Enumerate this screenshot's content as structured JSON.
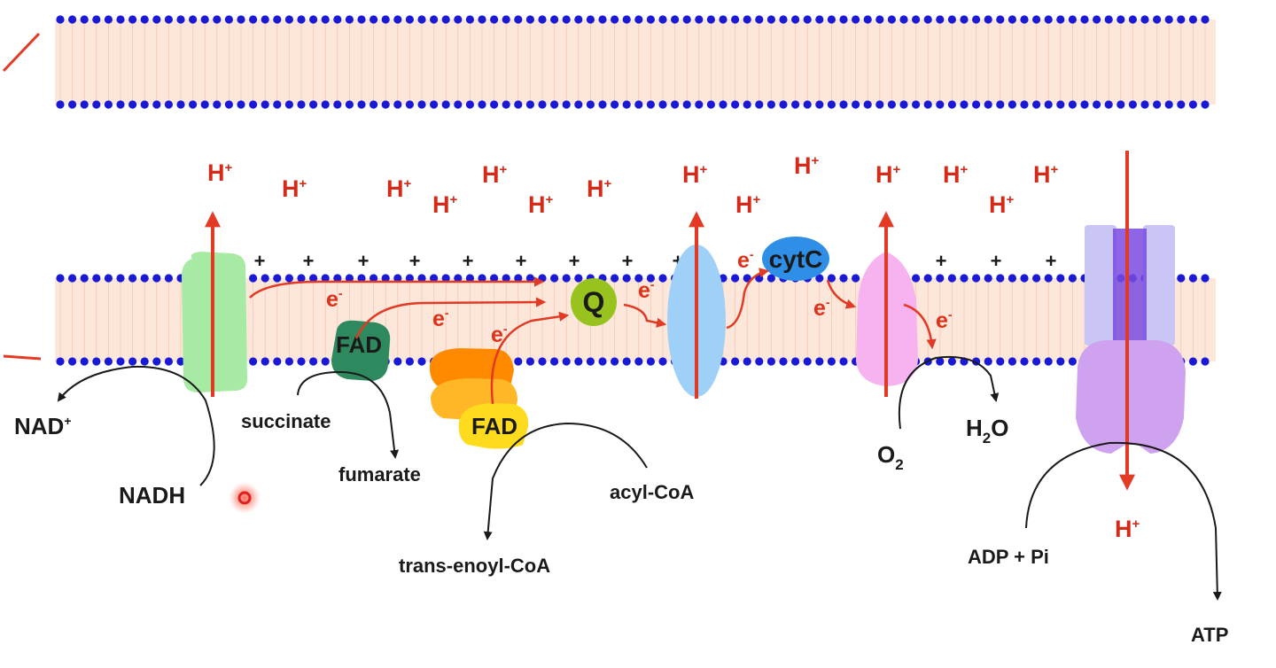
{
  "labels": {
    "proton": "H",
    "proton_charge": "+",
    "electron": "e",
    "electron_charge": "-",
    "membrane_charge": "+",
    "nad_plus": "NAD",
    "nad_plus_charge": "+",
    "nadh": "NADH",
    "succinate": "succinate",
    "fumarate": "fumarate",
    "fad_complex2": "FAD",
    "fad_etf": "FAD",
    "acyl_coa": "acyl-CoA",
    "trans_enoyl_coa": "trans-enoyl-CoA",
    "ubiquinone": "Q",
    "cytochrome_c": "cytC",
    "oxygen": "O",
    "oxygen_subscript": "2",
    "water_h": "H",
    "water_subscript": "2",
    "water_o": "O",
    "adp_pi": "ADP + Pi",
    "atp": "ATP"
  },
  "colors": {
    "membrane_fill": "#fde7da",
    "lipid_head": "#1a1ad6",
    "arrow_red": "#e23a24",
    "proton_text": "#d42a1a",
    "complex1": "#a6eaa3",
    "complex2": "#2e8a5e",
    "etf_orange": "#ff8a00",
    "etf_light": "#ffb627",
    "etf_yellow": "#ffdb1e",
    "ubiquinone": "#98c21e",
    "complex3": "#9fd0f7",
    "cytochrome_c": "#2f8fe6",
    "complex4": "#f7b3ef",
    "atp_synthase_top": "#c9c5f5",
    "atp_synthase_bottom": "#cfa2ef",
    "atp_synthase_channel": "#7a4be0"
  },
  "icons": {
    "cursor_marker": "target-dot-icon"
  }
}
